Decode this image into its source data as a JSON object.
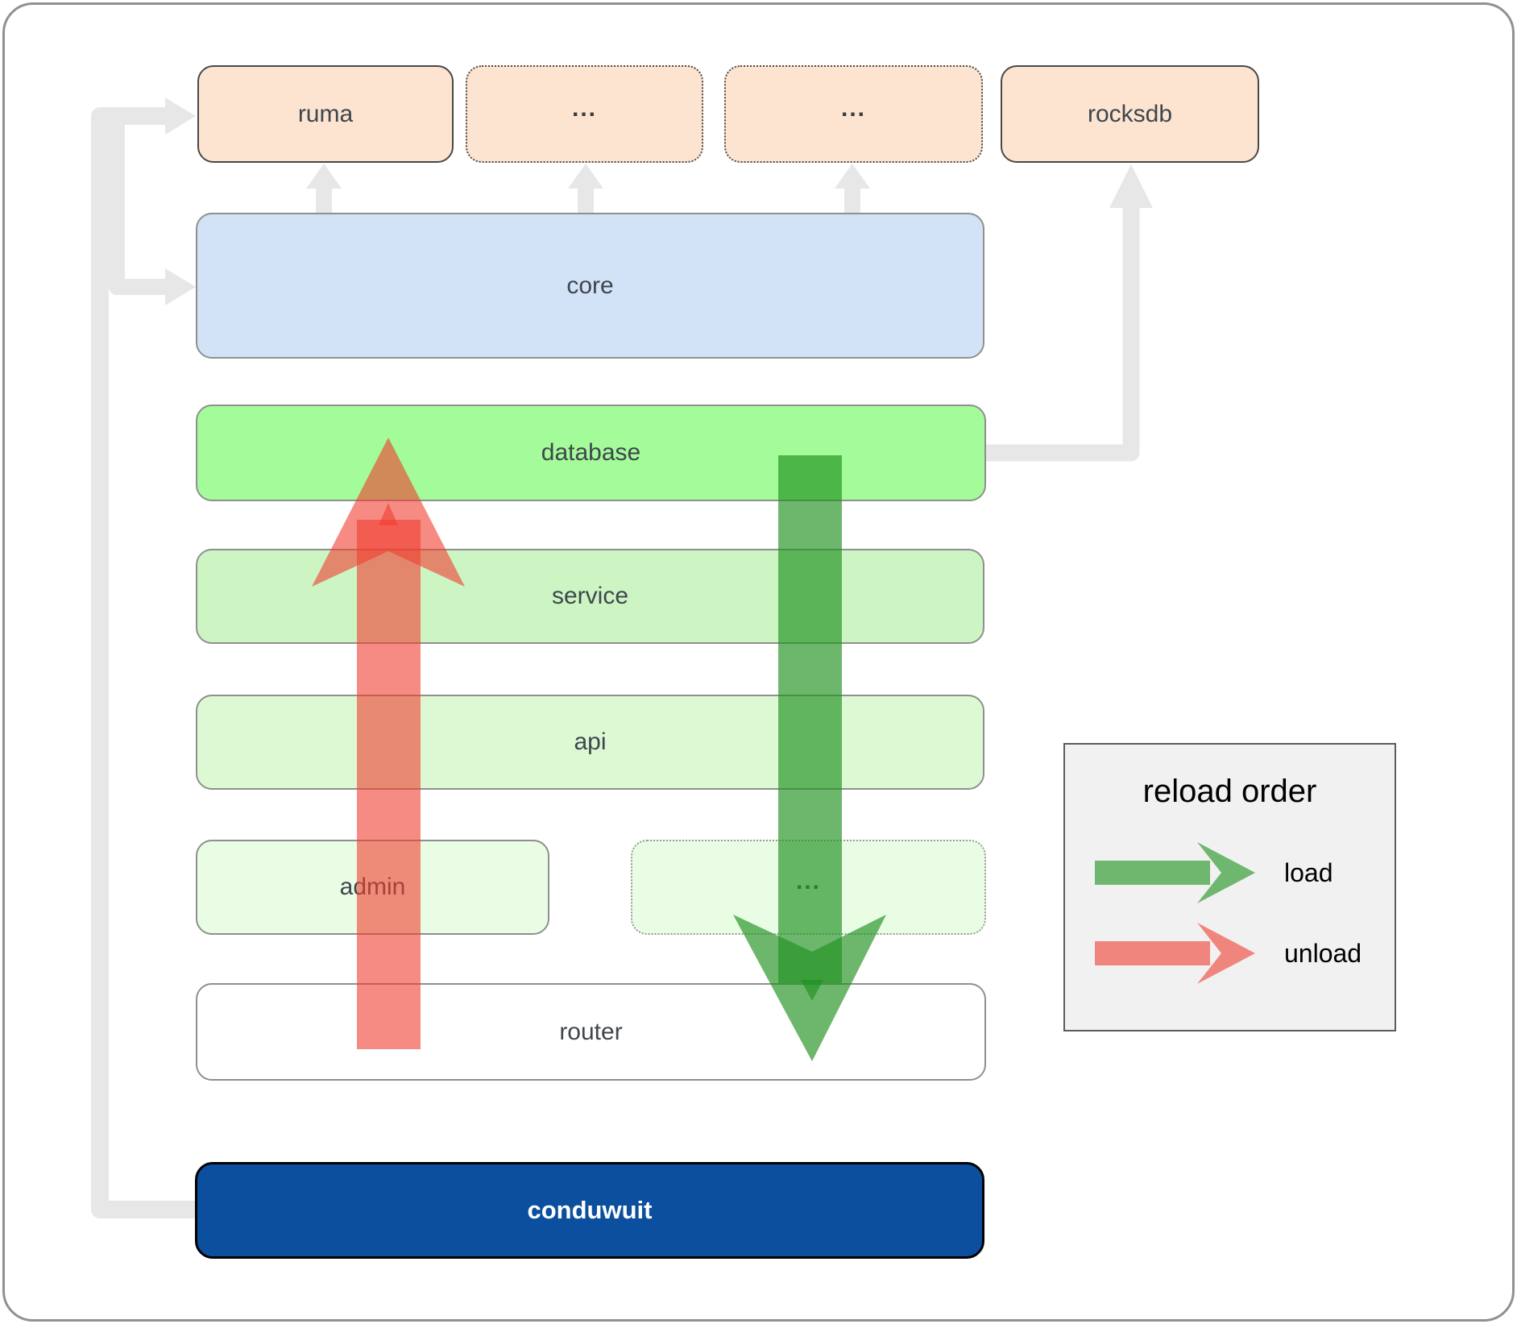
{
  "diagram": {
    "boxes": {
      "ruma": {
        "label": "ruma"
      },
      "crates_top_1": {
        "label": "..."
      },
      "crates_top_2": {
        "label": "..."
      },
      "rocksdb": {
        "label": "rocksdb"
      },
      "core": {
        "label": "core"
      },
      "database": {
        "label": "database"
      },
      "service": {
        "label": "service"
      },
      "api": {
        "label": "api"
      },
      "admin": {
        "label": "admin"
      },
      "crates_bottom": {
        "label": "..."
      },
      "router": {
        "label": "router"
      },
      "conduwuit": {
        "label": "conduwuit"
      }
    },
    "edges": [
      {
        "from": "conduwuit",
        "to": "ruma"
      },
      {
        "from": "conduwuit",
        "to": "core"
      },
      {
        "from": "core",
        "to": "ruma"
      },
      {
        "from": "core",
        "to": "crates_top_1"
      },
      {
        "from": "core",
        "to": "crates_top_2"
      },
      {
        "from": "database",
        "to": "rocksdb"
      }
    ],
    "flow_arrows": {
      "load": {
        "direction": "down",
        "from": "database",
        "to": "router"
      },
      "unload": {
        "direction": "up",
        "from": "router",
        "to": "database"
      }
    }
  },
  "legend": {
    "title": "reload order",
    "load_label": "load",
    "unload_label": "unload"
  },
  "colors": {
    "load_arrow": "#1e911e",
    "unload_arrow": "#f03e30",
    "connector_gray": "#e7e7e7",
    "box_peach": "#fce4d1",
    "box_blue": "#d2e3f8",
    "box_database_green": "#a3fb99",
    "box_service_green": "#cdf5c3",
    "box_api_green": "#dcf9d3",
    "box_admin_green": "#e9fce4",
    "box_conduwuit_blue": "#0c4f9e",
    "legend_bg": "#f1f1f1"
  }
}
